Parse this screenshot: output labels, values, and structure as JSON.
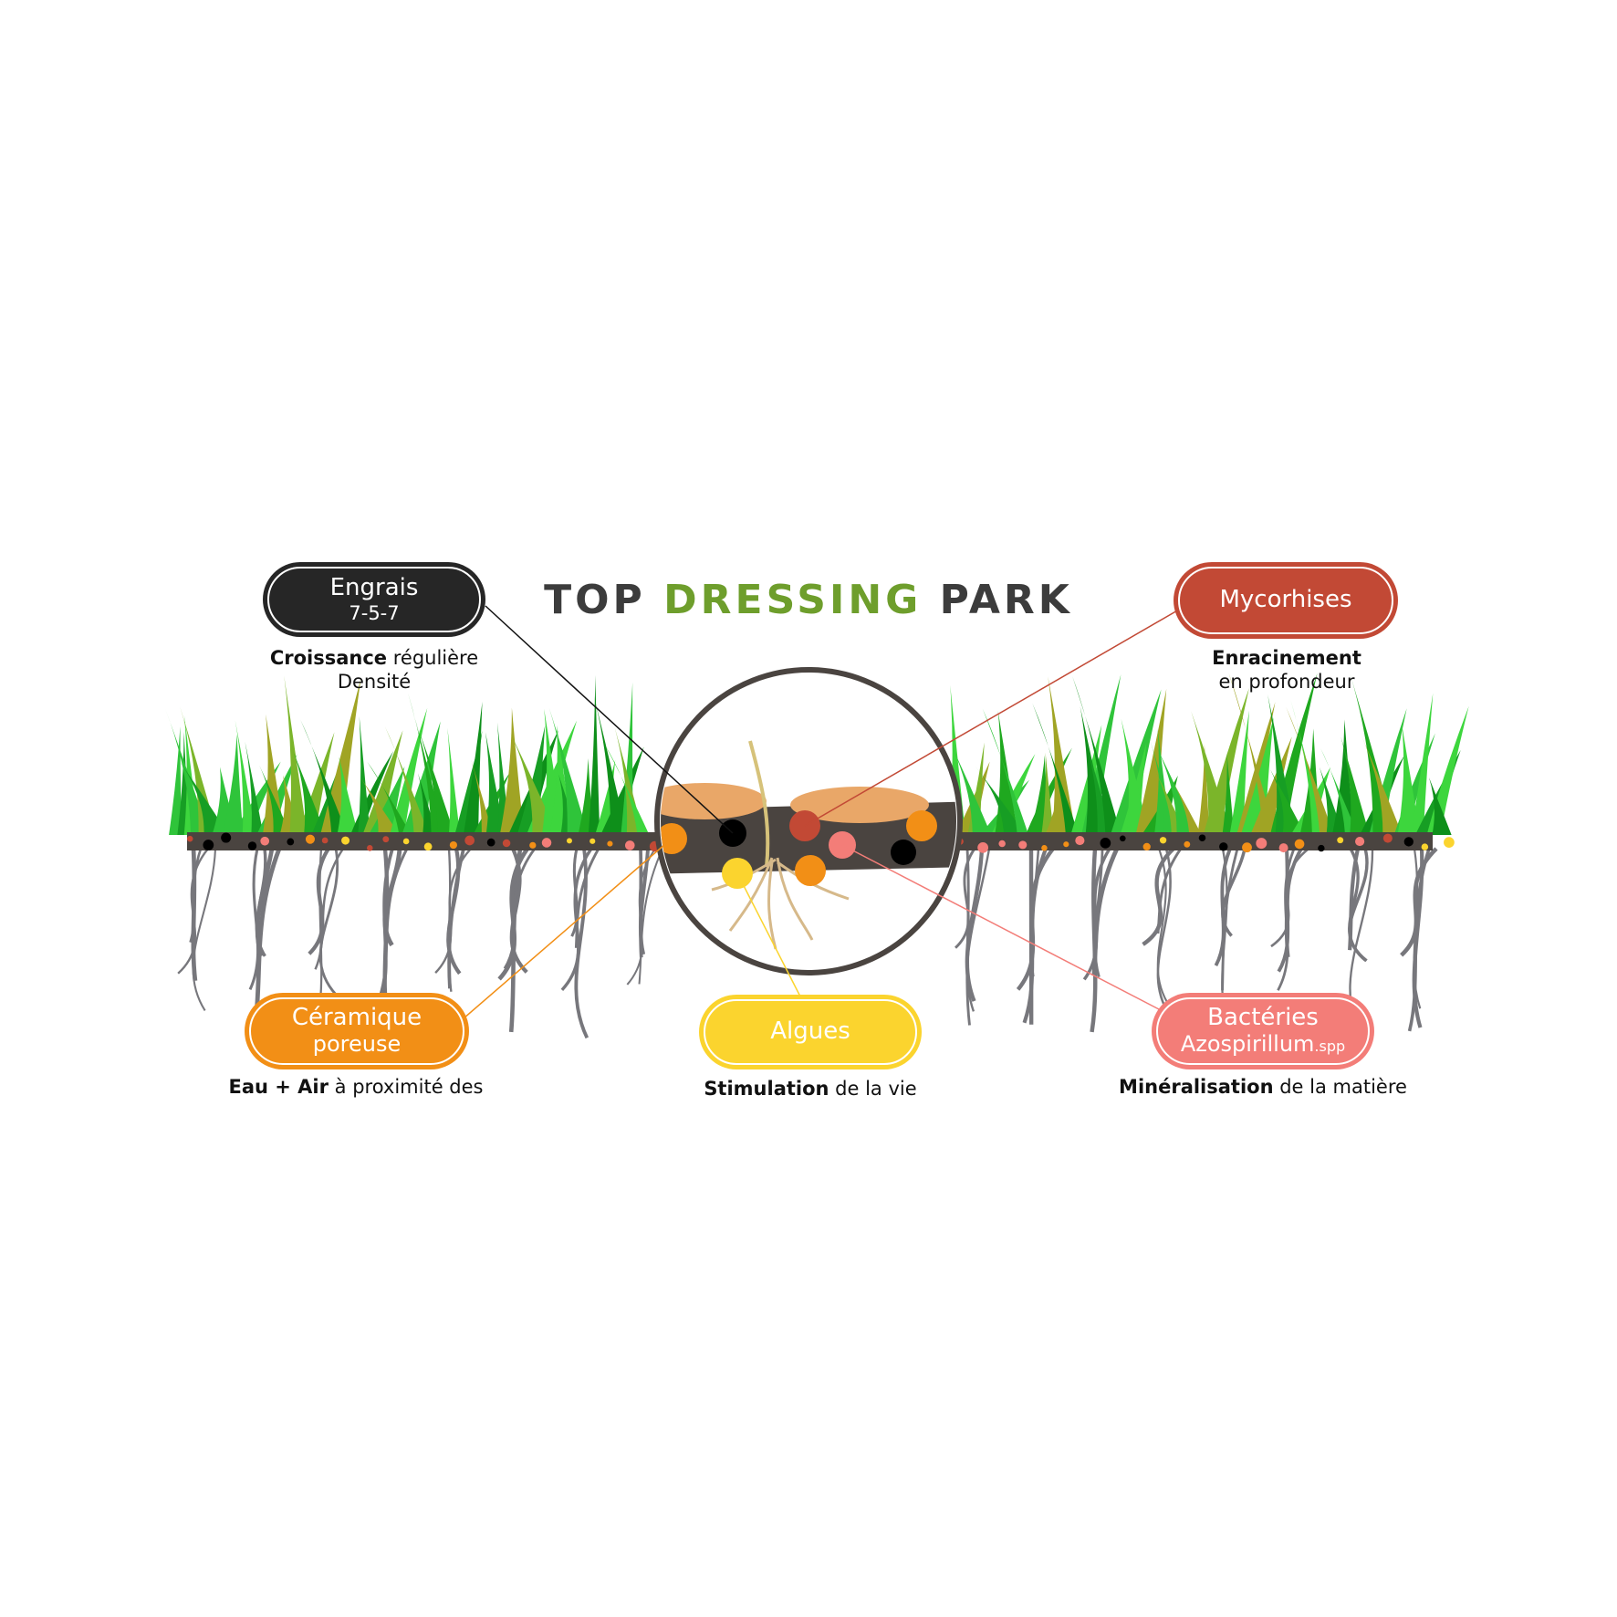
{
  "title": {
    "part1": "TOP ",
    "part2": "DRESSING",
    "part3": " PARK"
  },
  "colors": {
    "engrais": "#262626",
    "mycorhises": "#c24935",
    "ceramique": "#f28f16",
    "algues": "#fbd42e",
    "bacteries": "#f37d78",
    "title_green": "#6e9e2c",
    "soil": "#4a4440",
    "grass": "#2fb52f",
    "roots": "#77777c"
  },
  "labels": {
    "engrais": {
      "name": "Engrais",
      "sub": "7-5-7",
      "desc_bold": "Croissance",
      "desc_rest": " régulière",
      "desc_line2": "Densité"
    },
    "mycorhises": {
      "name": "Mycorhises",
      "desc_bold": "Enracinement",
      "desc_line2": "en profondeur"
    },
    "ceramique": {
      "name": "Céramique",
      "sub": "poreuse",
      "desc_bold": "Eau + Air",
      "desc_rest": "  à proximité des"
    },
    "algues": {
      "name": "Algues",
      "desc_bold": "Stimulation",
      "desc_rest": " de la vie"
    },
    "bacteries": {
      "name": "Bactéries",
      "sub_main": "Azospirillum",
      "sub_small": ".spp",
      "desc_bold": "Minéralisation",
      "desc_rest": " de la matière"
    }
  }
}
